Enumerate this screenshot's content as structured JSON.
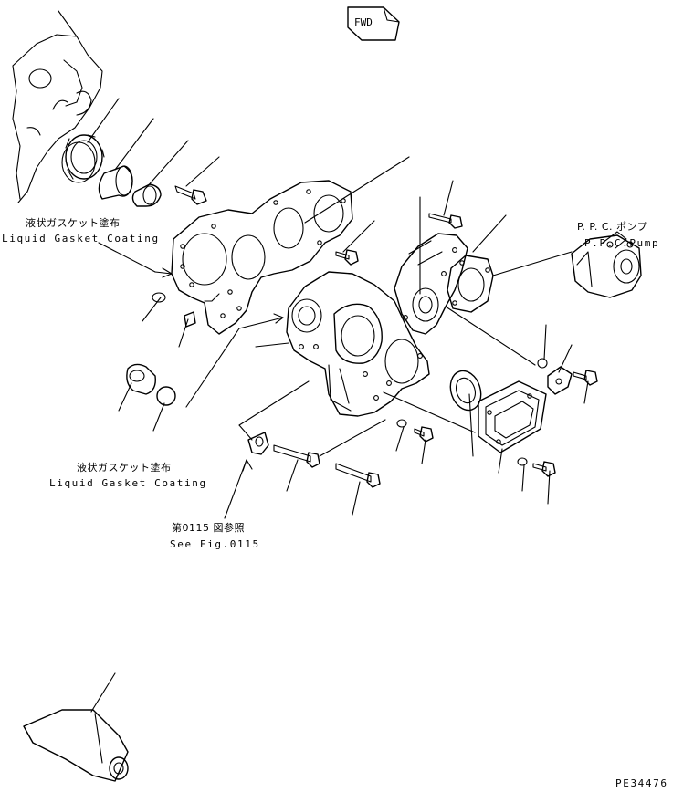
{
  "fwd_label": "FWD",
  "ppc_pump_jp": "P. P. C. ポンプ",
  "ppc_pump_en": "P.P.C.Pump",
  "liquid_gasket_jp_1": "液状ガスケット塗布",
  "liquid_gasket_en_1": "Liquid Gasket Coating",
  "liquid_gasket_jp_2": "液状ガスケット塗布",
  "liquid_gasket_en_2": "Liquid Gasket Coating",
  "see_fig_jp": "第0115 図参照",
  "see_fig_en": "See Fig.0115",
  "drawing_number": "PE34476"
}
